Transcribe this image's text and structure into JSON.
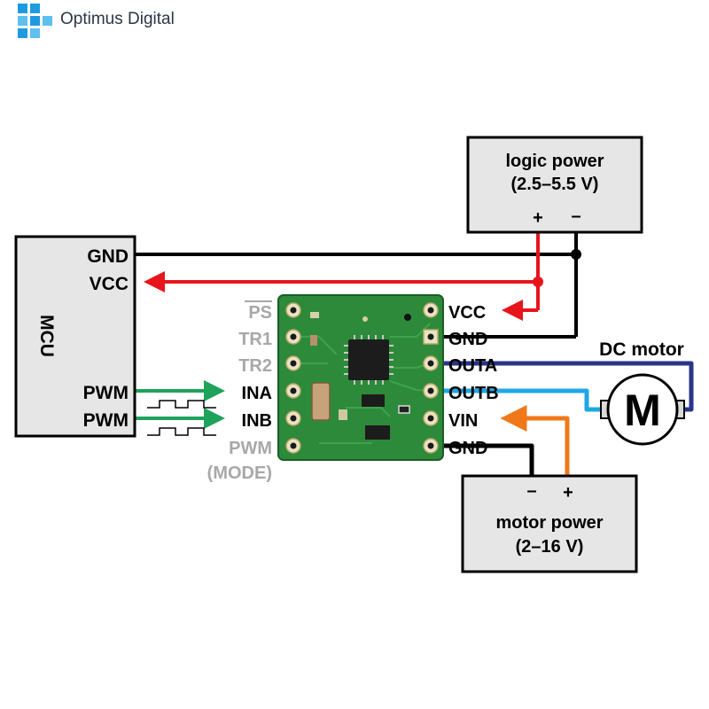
{
  "brand": {
    "name": "Optimus Digital",
    "logo_color": "#1e9be0"
  },
  "mcu": {
    "title": "MCU",
    "gnd": "GND",
    "vcc": "VCC",
    "pwm_a": "PWM",
    "pwm_b": "PWM"
  },
  "logic_power": {
    "line1": "logic power",
    "line2": "(2.5–5.5 V)",
    "plus": "+",
    "minus": "–"
  },
  "motor_power": {
    "line1": "motor power",
    "line2": "(2–16 V)",
    "plus": "+",
    "minus": "–"
  },
  "driver": {
    "left_pins": {
      "ps": "PS",
      "tr1": "TR1",
      "tr2": "TR2",
      "ina": "INA",
      "inb": "INB",
      "pwm": "PWM",
      "mode": "(MODE)"
    },
    "right_pins": {
      "vcc": "VCC",
      "gnd1": "GND",
      "outa": "OUTA",
      "outb": "OUTB",
      "vin": "VIN",
      "gnd2": "GND"
    }
  },
  "motor": {
    "title": "DC motor",
    "symbol": "M"
  },
  "colors": {
    "box_fill": "#e6e6e6",
    "ground_wire": "#000000",
    "logic_wire": "#e8141b",
    "pwm_signal": "#1fa35a",
    "motor_a_wire": "#2b3588",
    "motor_b_wire": "#1ea7e6",
    "motor_supply_wire": "#f07818",
    "board": "#2d8a3a",
    "muted_label": "#a8a8a8"
  }
}
